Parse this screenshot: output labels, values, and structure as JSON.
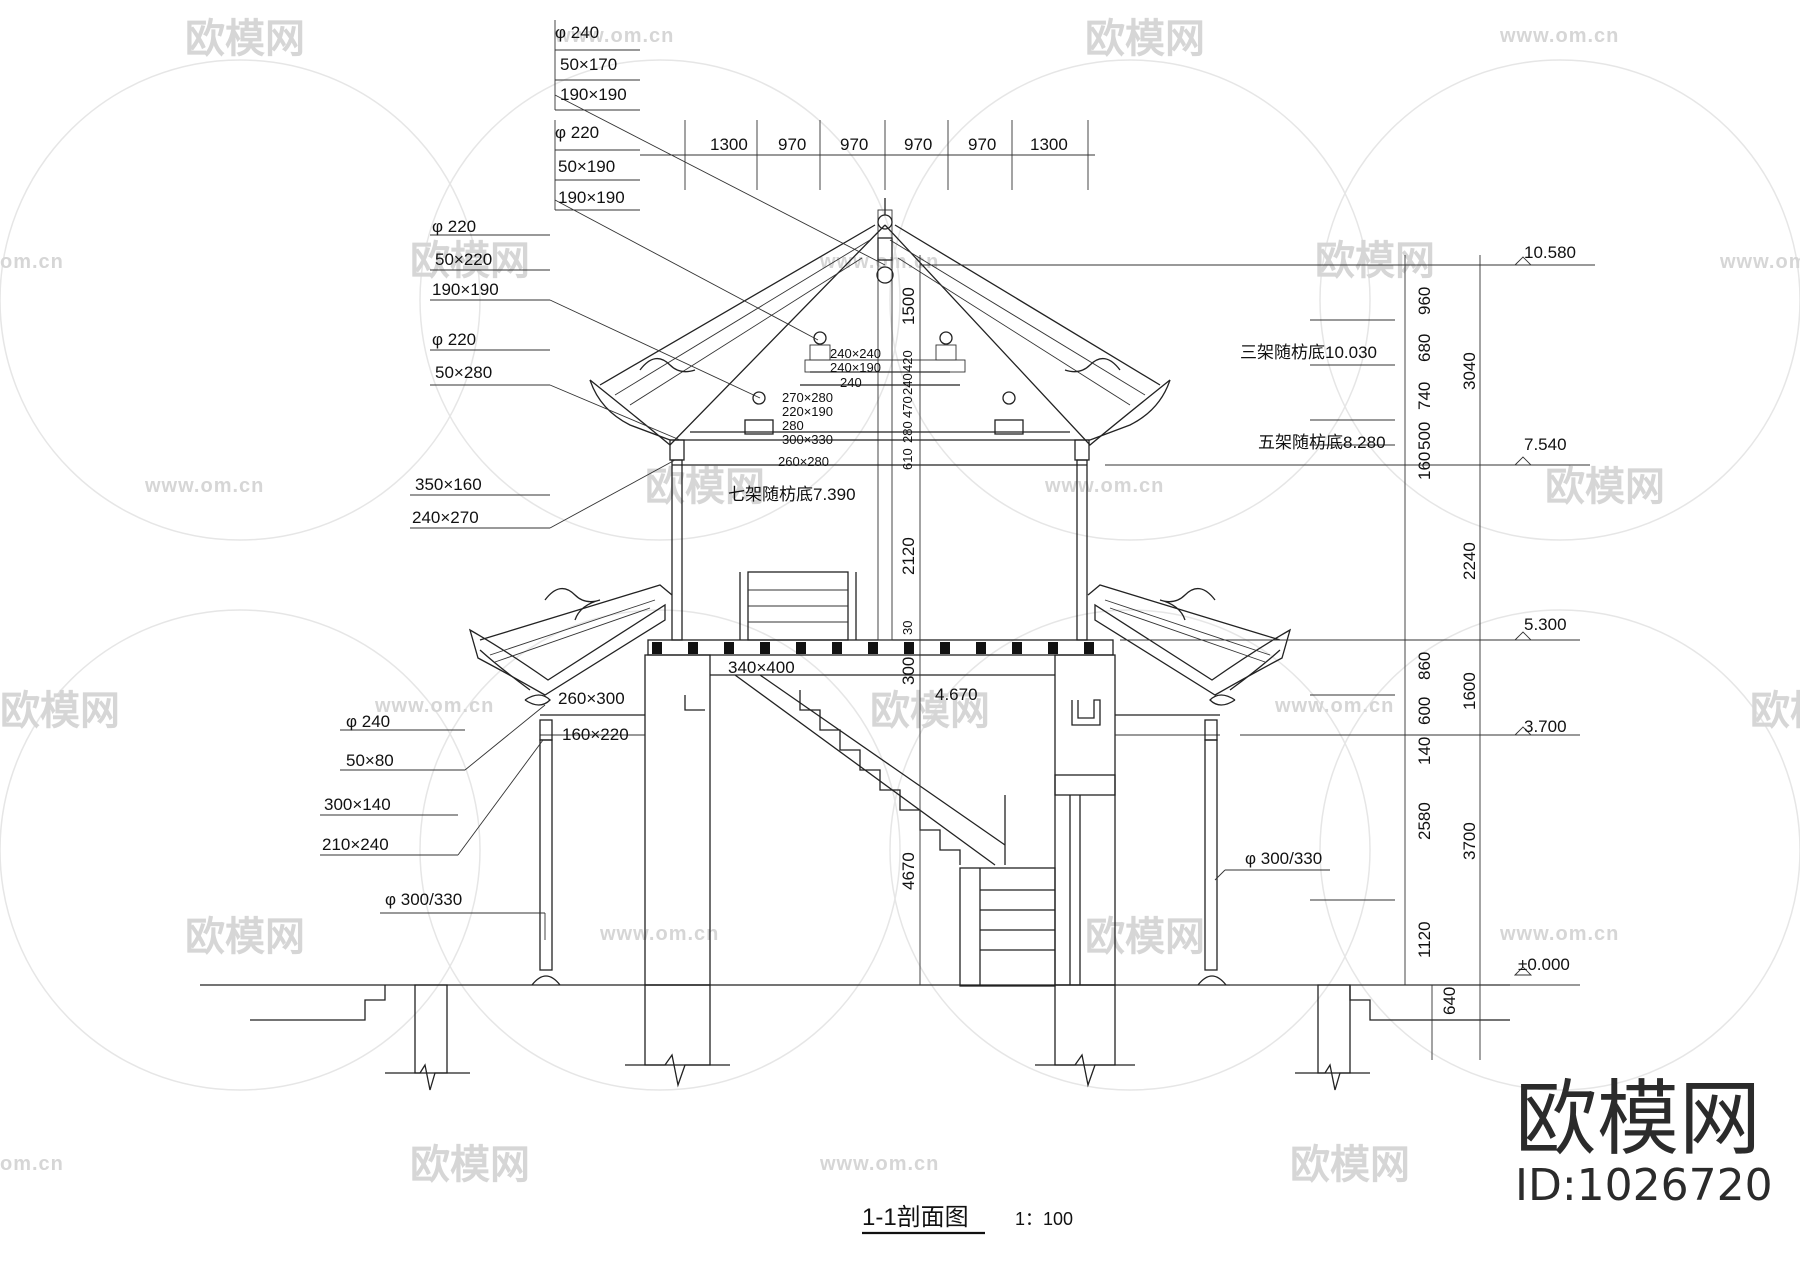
{
  "title": "1-1剖面图",
  "scale": "1：100",
  "brand": {
    "name": "欧模网",
    "id": "ID:1026720"
  },
  "watermark": {
    "site_url": "www.om.cn",
    "site_url_partial": "om.cn",
    "site_name": "欧模网"
  },
  "top_dimensions": [
    "1300",
    "970",
    "970",
    "970",
    "970",
    "1300"
  ],
  "callouts_left": [
    [
      "φ 240",
      "50×170",
      "190×190"
    ],
    [
      "φ 220",
      "50×190",
      "190×190"
    ],
    [
      "φ 220",
      "50×220",
      "190×190"
    ],
    [
      "φ 220",
      "50×280"
    ],
    [
      "350×160",
      "240×270"
    ],
    [
      "φ 240",
      "50×80"
    ],
    [
      "300×140",
      "210×240"
    ],
    [
      "φ 300/330"
    ]
  ],
  "callout_right": "φ 300/330",
  "interior_labels": {
    "beam_240x240": "240×240",
    "beam_240x190": "240×190",
    "beam_240": "240",
    "beam_270x280": "270×280",
    "beam_220x190": "220×190",
    "beam_280": "280",
    "beam_300x330": "300×330",
    "beam_260x280": "260×280",
    "qijia": "七架随枋底7.390",
    "floor_beam": "340×400",
    "beam_260x300": "260×300",
    "beam_160x220": "160×220",
    "level_4670": "4.670"
  },
  "vertical_dims_center": [
    "1500",
    "420",
    "240",
    "470",
    "280",
    "610",
    "2120",
    "30",
    "300",
    "4670"
  ],
  "right_labels": {
    "sanjia": "三架随枋底10.030",
    "wujia": "五架随枋底8.280"
  },
  "right_inner_dims": [
    "960",
    "680",
    "740",
    "500",
    "160",
    "860",
    "600",
    "140",
    "2580",
    "1120",
    "640"
  ],
  "right_outer_dims": [
    "3040",
    "2240",
    "1600",
    "3700"
  ],
  "elevations": [
    "10.580",
    "7.540",
    "5.300",
    "3.700",
    "±0.000"
  ]
}
